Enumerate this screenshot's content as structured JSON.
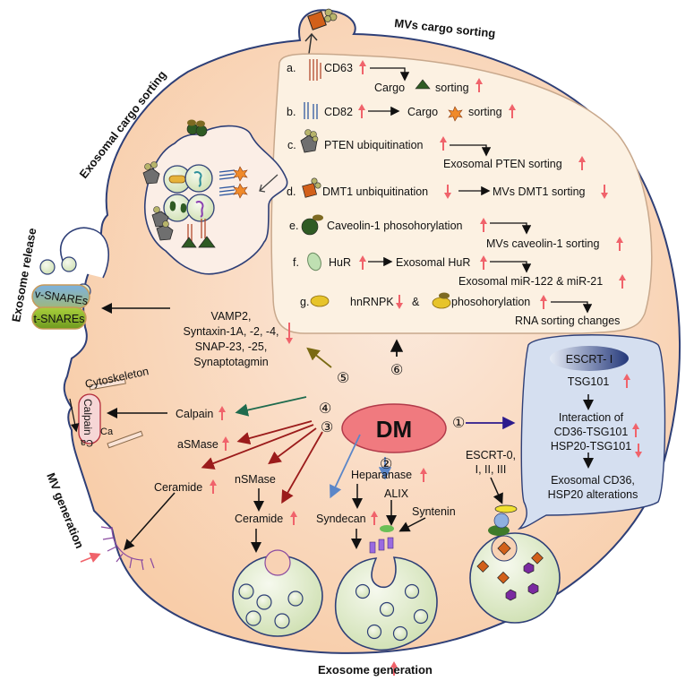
{
  "colors": {
    "cell_fill": "#f8d2b4",
    "cell_stroke": "#2e3f77",
    "panel_fill": "#fcf1e2",
    "escrt_panel_fill": "#d5dff0",
    "dm_fill": "#f07a7f",
    "up_arrow": "#f0636b",
    "down_arrow": "#f0636b",
    "vesicle_fill": "#dfeac8",
    "path1_arrow": "#2b1a8c",
    "path2_arrow": "#5b86c8",
    "path3_arrow": "#9b1b1b",
    "path4_arrow": "#1f6b4e",
    "path5_arrow": "#7a6a12",
    "path6_arrow": "#111111"
  },
  "center": {
    "label": "DM"
  },
  "section_titles": {
    "mvs_cargo_sorting": "MVs cargo sorting",
    "exosomal_cargo_sorting": "Exosomal  cargo sorting",
    "exosome_release": "Exosome release",
    "mv_generation": "MV generation",
    "exosome_generation": "Exosome generation"
  },
  "pathway_numbers": [
    "①",
    "②",
    "③",
    "④",
    "⑤",
    "⑥"
  ],
  "cargo_panel": {
    "items": [
      {
        "letter": "a.",
        "factor": "CD63",
        "factor_dir": "up",
        "result": "Cargo",
        "result2": "sorting",
        "result_dir": "up"
      },
      {
        "letter": "b.",
        "factor": "CD82",
        "factor_dir": "up",
        "result": "Cargo",
        "result2": "sorting",
        "result_dir": "up"
      },
      {
        "letter": "c.",
        "factor": "PTEN ubiquitination",
        "factor_dir": "up",
        "result": "Exosomal PTEN sorting",
        "result_dir": "up"
      },
      {
        "letter": "d.",
        "factor": "DMT1 unbiquitination",
        "factor_dir": "down",
        "result": "MVs DMT1 sorting",
        "result_dir": "down"
      },
      {
        "letter": "e.",
        "factor": "Caveolin-1 phosohorylation",
        "factor_dir": "up",
        "result": "MVs caveolin-1 sorting",
        "result_dir": "up"
      },
      {
        "letter": "f.",
        "factor": "HuR",
        "factor_dir": "up",
        "middle": "Exosomal HuR",
        "middle_dir": "up",
        "result": "Exosomal miR-122 & miR-21",
        "result_dir": "up"
      },
      {
        "letter": "g.",
        "factor": "hnRNPK",
        "factor_dir": "down",
        "connector": "&",
        "factor2": "phosohorylation",
        "factor2_dir": "up",
        "result": "RNA sorting changes"
      }
    ]
  },
  "release": {
    "v_snares": "v-SNAREs",
    "t_snares": "t-SNAREs",
    "factors": [
      "VAMP2,",
      "Syntaxin-1A, -2, -4,",
      "SNAP-23, -25,",
      "Synaptotagmin"
    ],
    "factors_dir": "down"
  },
  "mv_generation_panel": {
    "cytoskeleton": "Cytoskeleton",
    "calpain_box": "Calpain",
    "ca1": "Ca",
    "ca2": "Ca",
    "calpain": "Calpain",
    "calpain_dir": "up",
    "asmase": "aSMase",
    "asmase_dir": "up",
    "ceramide_left": "Ceramide",
    "ceramide_left_dir": "up"
  },
  "exosome_generation_panel": {
    "nsmase": "nSMase",
    "ceramide": "Ceramide",
    "ceramide_dir": "up",
    "heparanase": "Heparanase",
    "heparanase_dir": "up",
    "syndecan": "Syndecan",
    "syndecan_dir": "up",
    "alix": "ALIX",
    "syntenin": "Syntenin",
    "escrt_all": [
      "ESCRT-0,",
      "I, II, III"
    ]
  },
  "escrt_panel": {
    "header": "ESCRT- I",
    "tsg101": "TSG101",
    "tsg101_dir": "up",
    "interaction_title": "Interaction of",
    "cd36": "CD36-TSG101",
    "cd36_dir": "up",
    "hsp20": "HSP20-TSG101",
    "hsp20_dir": "down",
    "outcome": [
      "Exosomal CD36,",
      "HSP20 alterations"
    ]
  },
  "exosome_generation_dir": "up"
}
